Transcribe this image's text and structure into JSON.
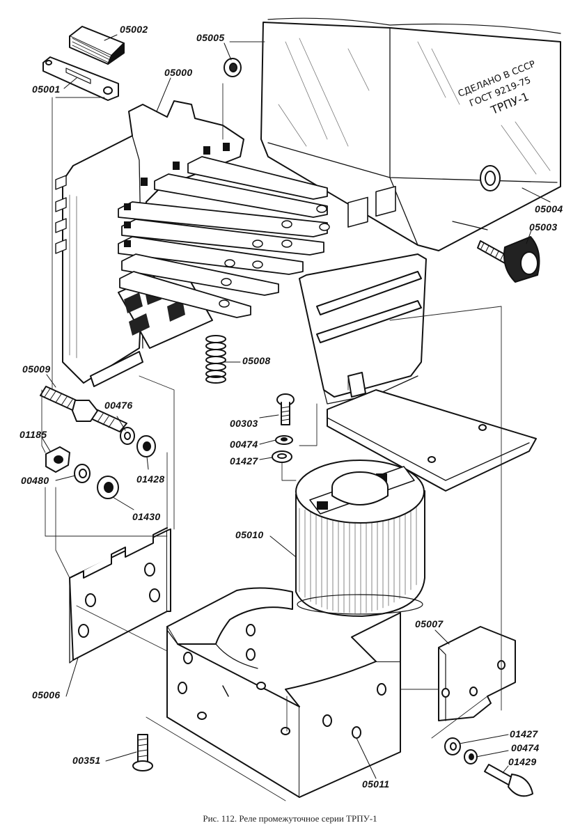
{
  "figure": {
    "caption": "Рис. 112. Реле промежуточное серии ТРПУ-1",
    "cover_marking": {
      "line1": "СДЕЛАНО В СССР",
      "line2": "ГОСТ 9219-75",
      "line3": "ТРПУ-1"
    },
    "part_labels": [
      {
        "id": "05002",
        "text": "05002"
      },
      {
        "id": "05005",
        "text": "05005"
      },
      {
        "id": "05001",
        "text": "05001"
      },
      {
        "id": "05000",
        "text": "05000"
      },
      {
        "id": "05004",
        "text": "05004"
      },
      {
        "id": "05003",
        "text": "05003"
      },
      {
        "id": "05009",
        "text": "05009"
      },
      {
        "id": "05008",
        "text": "05008"
      },
      {
        "id": "00476",
        "text": "00476"
      },
      {
        "id": "01185",
        "text": "01185"
      },
      {
        "id": "01428",
        "text": "01428"
      },
      {
        "id": "00480",
        "text": "00480"
      },
      {
        "id": "01430",
        "text": "01430"
      },
      {
        "id": "00303",
        "text": "00303"
      },
      {
        "id": "00474a",
        "text": "00474"
      },
      {
        "id": "01427a",
        "text": "01427"
      },
      {
        "id": "05010",
        "text": "05010"
      },
      {
        "id": "05007",
        "text": "05007"
      },
      {
        "id": "05006",
        "text": "05006"
      },
      {
        "id": "01427b",
        "text": "01427"
      },
      {
        "id": "00474b",
        "text": "00474"
      },
      {
        "id": "01429",
        "text": "01429"
      },
      {
        "id": "00351",
        "text": "00351"
      },
      {
        "id": "05011",
        "text": "05011"
      }
    ]
  }
}
